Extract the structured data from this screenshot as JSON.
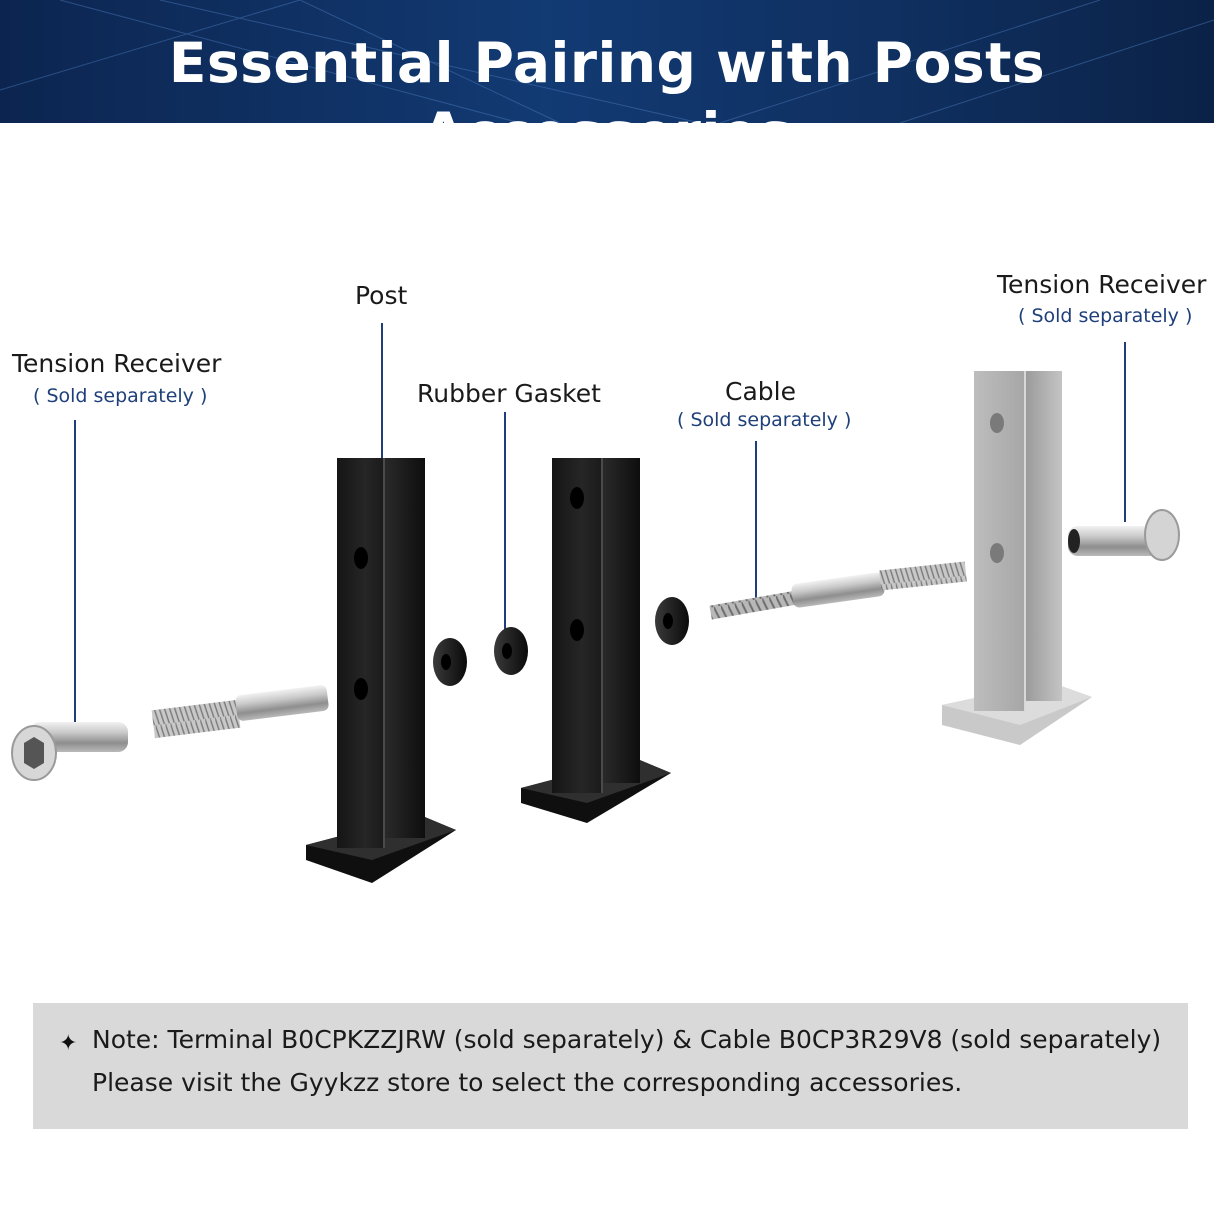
{
  "banner": {
    "title": "Essential Pairing with Posts Accessories",
    "bg_color": "#123a73"
  },
  "labels": {
    "post": "Post",
    "rubber_gasket": "Rubber Gasket",
    "tension_receiver_left": "Tension Receiver",
    "tension_receiver_left_sub": "( Sold separately )",
    "cable": "Cable",
    "cable_sub": "( Sold separately )",
    "tension_receiver_right": "Tension Receiver",
    "tension_receiver_right_sub": "( Sold separately )"
  },
  "note": {
    "star_icon": "star-icon",
    "line1": "Note: Terminal B0CPKZZJRW (sold separately) & Cable  B0CP3R29V8 (sold separately)",
    "line2": "Please visit the Gyykzz store to select the corresponding accessories."
  },
  "colors": {
    "leader_line": "#1e3f7a",
    "note_bg": "#d9d9d9",
    "post_black": "#1c1c1c",
    "post_silver": "#b5b5b5"
  }
}
